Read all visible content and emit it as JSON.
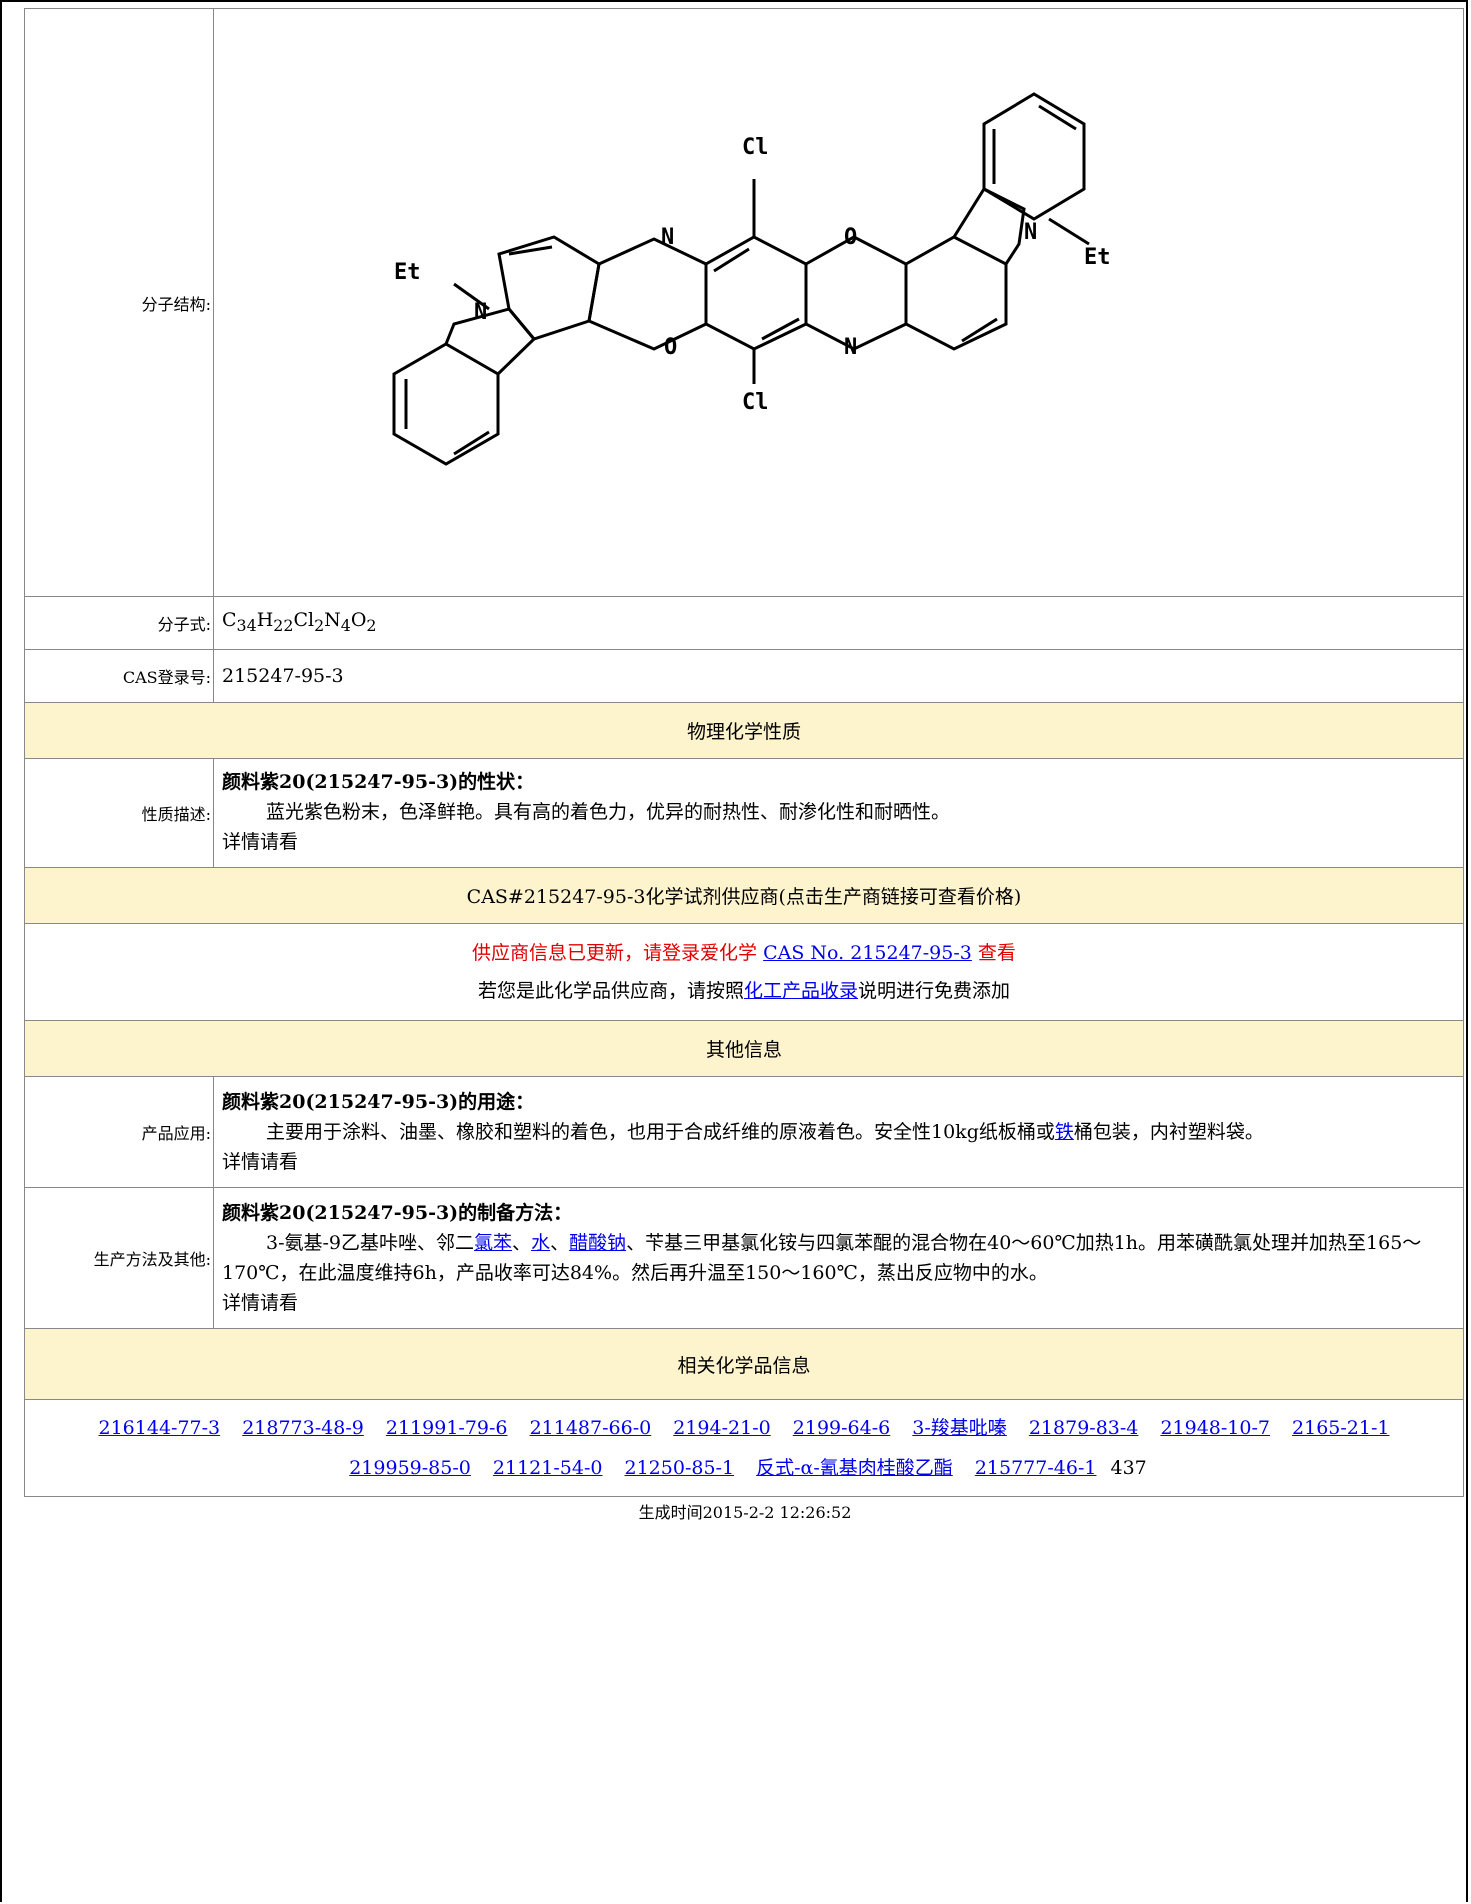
{
  "rows": {
    "structure_label": "分子结构:",
    "formula_label": "分子式:",
    "formula": {
      "c": "C",
      "c_n": "34",
      "h": "H",
      "h_n": "22",
      "cl": "Cl",
      "cl_n": "2",
      "n": "N",
      "n_n": "4",
      "o": "O",
      "o_n": "2"
    },
    "cas_label": "CAS登录号:",
    "cas_value": "215247-95-3"
  },
  "structure_atoms": {
    "cl": "Cl",
    "n": "N",
    "o": "O",
    "et": "Et"
  },
  "sections": {
    "physchem": "物理化学性质",
    "suppliers": "CAS#215247-95-3化学试剂供应商(点击生产商链接可查看价格)",
    "other": "其他信息",
    "related": "相关化学品信息"
  },
  "properties": {
    "label": "性质描述:",
    "title": "颜料紫20(215247-95-3)的性状：",
    "text": "蓝光紫色粉末，色泽鲜艳。具有高的着色力，优异的耐热性、耐渗化性和耐晒性。",
    "more": "详情请看"
  },
  "supplier": {
    "notice": "供应商信息已更新，请登录爱化学",
    "cas_link": "CAS No. 215247-95-3",
    "view": "查看",
    "line2_pre": "若您是此化学品供应商，请按照",
    "line2_link": "化工产品收录",
    "line2_post": "说明进行免费添加"
  },
  "usage": {
    "label": "产品应用:",
    "title": "颜料紫20(215247-95-3)的用途：",
    "text_pre": "主要用于涂料、油墨、橡胶和塑料的着色，也用于合成纤维的原液着色。安全性10kg纸板桶或",
    "link": "铁",
    "text_post": "桶包装，内衬塑料袋。",
    "more": "详情请看"
  },
  "production": {
    "label": "生产方法及其他:",
    "title": "颜料紫20(215247-95-3)的制备方法：",
    "t1": "3-氨基-9乙基咔唑、邻二",
    "l1": "氯苯",
    "s1": "、",
    "l2": "水",
    "s2": "、",
    "l3": "醋酸钠",
    "t2": "、苄基三甲基氯化铵与四氯苯醌的混合物在40～60℃加热1h。用苯磺酰氯处理并加热至165～170℃，在此温度维持6h，产品收率可达84%。然后再升温至150～160℃，蒸出反应物中的水。",
    "more": "详情请看"
  },
  "related_links": [
    "216144-77-3",
    "218773-48-9",
    "211991-79-6",
    "211487-66-0",
    "2194-21-0",
    "2199-64-6",
    "3-羧基吡嗪",
    "21879-83-4",
    "21948-10-7",
    "2165-21-1",
    "219959-85-0",
    "21121-54-0",
    "21250-85-1",
    "反式-α-氰基肉桂酸乙酯",
    "215777-46-1"
  ],
  "related_count": "437",
  "generated": "生成时间2015-2-2 12:26:52"
}
